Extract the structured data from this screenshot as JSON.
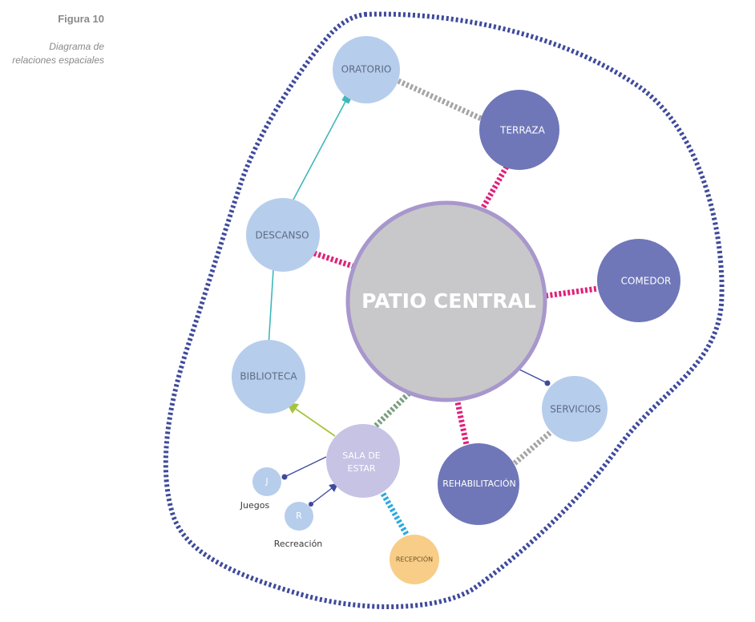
{
  "figure": {
    "label": "Figura 10",
    "title_line1": "Diagrama de",
    "title_line2": "relaciones espaciales"
  },
  "colors": {
    "boundary": "#3f4a9c",
    "light_node": "#b7cdec",
    "dark_node": "#6f77b8",
    "center_node": "#c8c8ca",
    "center_ring": "#a897cc",
    "sala_node": "#c6c3e4",
    "reception_node": "#f7cd88",
    "link_pink": "#e0207a",
    "link_gray": "#a5a5a5",
    "link_green": "#7a9f7f",
    "link_cyan": "#29a9e0",
    "arrow_teal": "#3fb7bb",
    "arrow_lime": "#a6c43a",
    "arrow_navy": "#3f4a9c"
  },
  "nodes": {
    "patio_central": "PATIO CENTRAL",
    "oratorio": "ORATORIO",
    "terraza": "TERRAZA",
    "descanso": "DESCANSO",
    "comedor": "COMEDOR",
    "biblioteca": "BIBLIOTECA",
    "servicios": "SERVICIOS",
    "sala_line1": "SALA DE",
    "sala_line2": "ESTAR",
    "rehabilitacion": "REHABILITACIÓN",
    "recepcion": "RECEPCIÓN",
    "juegos_letter": "J",
    "recreacion_letter": "R"
  },
  "labels": {
    "juegos": "Juegos",
    "recreacion": "Recreación"
  }
}
